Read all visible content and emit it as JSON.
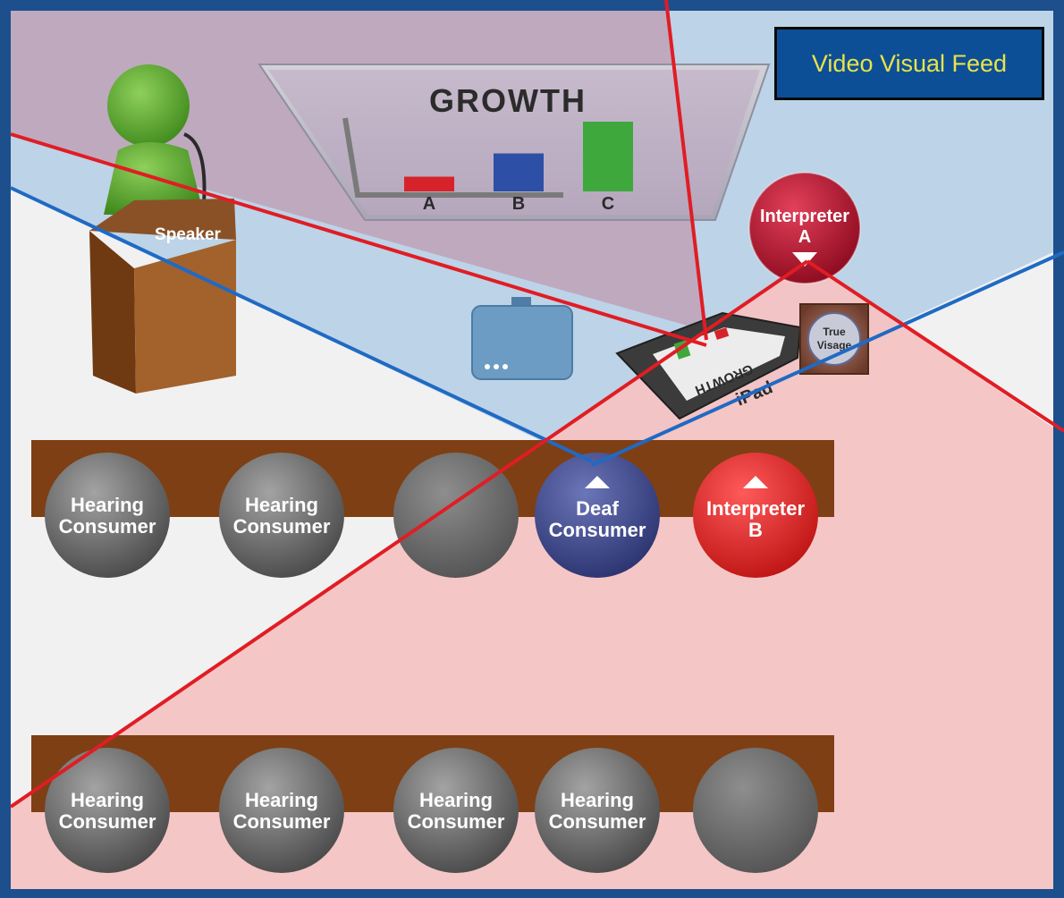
{
  "colors": {
    "frame": "#1d4f8c",
    "room": "#f1f1f1",
    "speaker_zone": "#bfa6bd",
    "visual_zone": "#b9d1e6",
    "interp_zone": "#f4c3c3",
    "wood": "#7e3f14",
    "line_red": "#e01d24",
    "line_blue": "#1f6ac4",
    "hearing_seat": "#6d6d6d",
    "deaf_seat": "#3f4a8d",
    "interpreter_a": "#b5102a",
    "interpreter_b": "#e22525",
    "feed_box_bg": "#0d4f96",
    "feed_box_text": "#e8e34a"
  },
  "feed_box": {
    "label": "Video Visual Feed"
  },
  "screen": {
    "title": "GROWTH",
    "bars": [
      {
        "label": "A",
        "value": 1,
        "color": "#d6232b"
      },
      {
        "label": "B",
        "value": 2,
        "color": "#2d4fa6"
      },
      {
        "label": "C",
        "value": 3,
        "color": "#3fa83c"
      }
    ]
  },
  "speaker": {
    "podium_label": "Speaker"
  },
  "ipad": {
    "label": "iPad",
    "screen_text": "GROWTH"
  },
  "true_visage": {
    "line1": "True",
    "line2": "Visage"
  },
  "interpreter_a": {
    "line1": "Interpreter",
    "line2": "A"
  },
  "row1": [
    {
      "line1": "Hearing",
      "line2": "Consumer",
      "kind": "hearing"
    },
    {
      "line1": "Hearing",
      "line2": "Consumer",
      "kind": "hearing"
    },
    {
      "line1": "",
      "line2": "",
      "kind": "empty"
    },
    {
      "line1": "Deaf",
      "line2": "Consumer",
      "kind": "deaf"
    },
    {
      "line1": "Interpreter",
      "line2": "B",
      "kind": "interpreter"
    }
  ],
  "row2": [
    {
      "line1": "Hearing",
      "line2": "Consumer",
      "kind": "hearing"
    },
    {
      "line1": "Hearing",
      "line2": "Consumer",
      "kind": "hearing"
    },
    {
      "line1": "Hearing",
      "line2": "Consumer",
      "kind": "hearing"
    },
    {
      "line1": "Hearing",
      "line2": "Consumer",
      "kind": "hearing"
    },
    {
      "line1": "",
      "line2": "",
      "kind": "empty"
    }
  ]
}
